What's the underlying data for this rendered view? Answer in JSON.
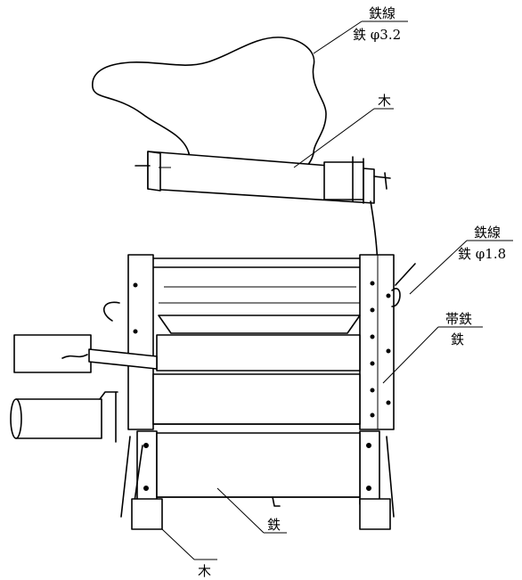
{
  "labels": {
    "top_wire_material": "鉄線",
    "top_wire_spec": "鉄 φ3.2",
    "top_wood": "木",
    "side_wire_material": "鉄線",
    "side_wire_spec": "鉄 φ1.8",
    "band_iron_material": "帯鉄",
    "band_iron_spec": "鉄",
    "base_iron": "鉄",
    "base_wood": "木"
  }
}
